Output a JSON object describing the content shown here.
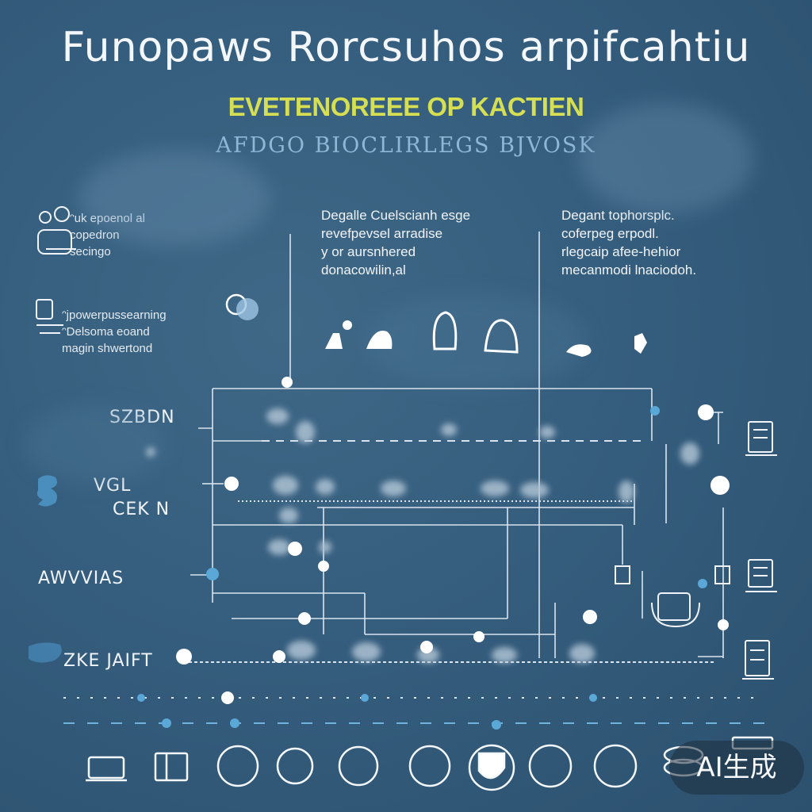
{
  "header": {
    "title": "Funopaws Rorcsuhos arpifcahtiu",
    "subtitle": "EVETENOREEE OP KACTIEN",
    "tagline": "AFDGO  BIOCLIRLEGS BJVOSK"
  },
  "notes": {
    "top_left": "ᵔuk epoenol al\ncopedron\nsecingo",
    "mid_left": "ᵔjpowerpussearning\nᵔDelsoma eoand\nmagin shwertond",
    "top_center": "Degalle Cuelscianh esge\nrevefpevsel arradise\ny or aursnhered\ndonacowilin,al",
    "top_right": "Degant tophorsplc.\ncoferpeg erpodl.\nrlegcaip afee-hehior\nmecanmodi lnaciodoh."
  },
  "row_labels": {
    "row1": "SZBDN",
    "row2a": "VGL",
    "row2b": "CEK N",
    "row3": "AWVVIAS",
    "row4": "ZKE JAIFT"
  },
  "badge": {
    "text": "AI生成"
  },
  "colors": {
    "background": "#355d7d",
    "line": "#d9e4ee",
    "accent_yellow": "#d6df52",
    "accent_blue": "#5aa8d8"
  }
}
